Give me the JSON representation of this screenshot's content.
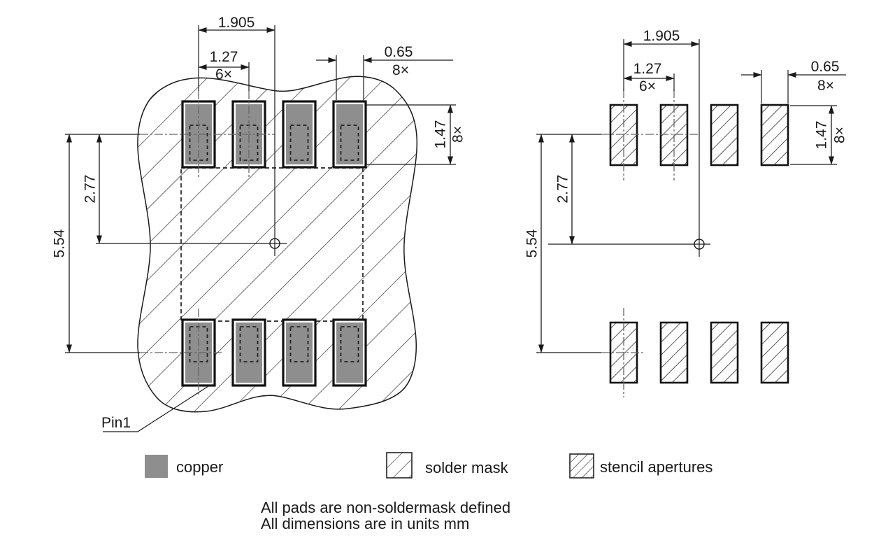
{
  "drawing": {
    "dimensions": {
      "pad_group_span": "1.905",
      "pad_pitch": "1.27",
      "pad_pitch_count": "6×",
      "pad_width": "0.65",
      "pad_width_count": "8×",
      "pad_height": "1.47",
      "pad_height_count": "8×",
      "row_center_offset": "2.77",
      "row_span": "5.54"
    },
    "pin1_label": "Pin1",
    "legend": {
      "copper": "copper",
      "solder_mask": "solder mask",
      "stencil_apertures": "stencil apertures"
    },
    "notes": {
      "line1": "All pads are non-soldermask defined",
      "line2": "All dimensions are in units mm"
    },
    "colors": {
      "copper_fill": "#8e8e8e",
      "line": "#1a1a1a",
      "centerline": "#666666"
    }
  }
}
